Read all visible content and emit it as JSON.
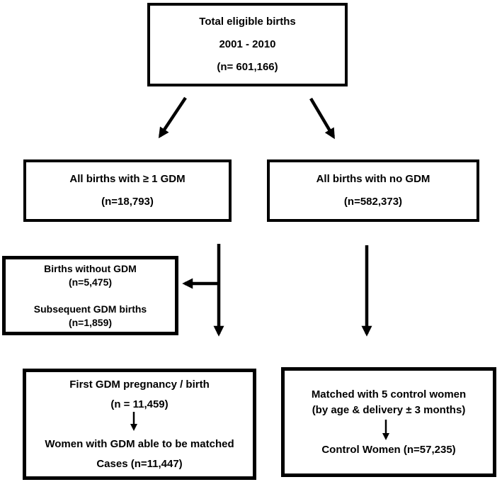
{
  "diagram": {
    "type": "flowchart",
    "background_color": "#ffffff",
    "line_color": "#000000",
    "nodes": {
      "total": {
        "id": "total-eligible-births",
        "lines": [
          "Total eligible births",
          "2001 - 2010",
          "(n= 601,166)"
        ]
      },
      "gdm": {
        "id": "births-with-gdm",
        "lines": [
          "All births with ≥ 1 GDM",
          "(n=18,793)"
        ]
      },
      "nogdm": {
        "id": "births-no-gdm",
        "lines": [
          "All births with no GDM",
          "(n=582,373)"
        ]
      },
      "excluded": {
        "id": "excluded-births",
        "lines": [
          "Births without GDM",
          "(n=5,475)",
          "",
          "Subsequent GDM births",
          "(n=1,859)"
        ]
      },
      "firstgdm": {
        "id": "first-gdm-pregnancy",
        "lines_top": [
          "First GDM pregnancy / birth",
          "(n = 11,459)"
        ],
        "lines_bottom": [
          "Women with GDM able to be matched",
          "Cases (n=11,447)"
        ]
      },
      "matched": {
        "id": "matched-controls",
        "lines_top": [
          "Matched with 5 control women",
          "(by age & delivery ± 3 months)"
        ],
        "lines_bottom": [
          "Control Women (n=57,235)"
        ]
      }
    },
    "edges": [
      {
        "from": "total-eligible-births",
        "to": "births-with-gdm",
        "style": "diagonal-arrow"
      },
      {
        "from": "total-eligible-births",
        "to": "births-no-gdm",
        "style": "diagonal-arrow"
      },
      {
        "from": "births-with-gdm",
        "to": "excluded-births",
        "style": "branch-left-arrow"
      },
      {
        "from": "births-with-gdm",
        "to": "first-gdm-pregnancy",
        "style": "vertical-arrow"
      },
      {
        "from": "births-no-gdm",
        "to": "matched-controls",
        "style": "vertical-arrow"
      },
      {
        "from": "first-gdm-pregnancy.lines_top",
        "to": "first-gdm-pregnancy.lines_bottom",
        "style": "internal-down-arrow"
      },
      {
        "from": "matched-controls.lines_top",
        "to": "matched-controls.lines_bottom",
        "style": "internal-down-arrow"
      }
    ]
  }
}
